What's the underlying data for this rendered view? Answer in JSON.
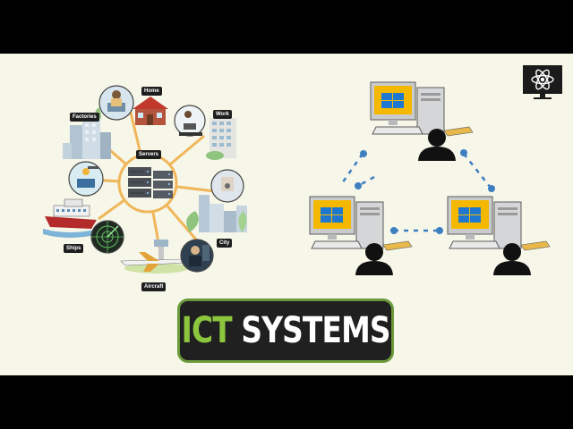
{
  "title": {
    "part1": "ICT",
    "part2": "SYSTEMS"
  },
  "hub": {
    "center_label": "Servers"
  },
  "nodes": [
    {
      "label": "Home"
    },
    {
      "label": "Work"
    },
    {
      "label": "Factories"
    },
    {
      "label": "City"
    },
    {
      "label": "Ships"
    },
    {
      "label": "Aircraft"
    }
  ],
  "colors": {
    "background": "#f6f6e9",
    "hub_ring": "#f0b65a",
    "title_accent": "#8cc63f",
    "title_border": "#6a9a3a",
    "network_link": "#3d7fc1"
  },
  "icons": [
    "atom-logo-icon",
    "server-rack-icon",
    "desktop-computer-icon",
    "user-silhouette-icon",
    "radar-icon"
  ]
}
